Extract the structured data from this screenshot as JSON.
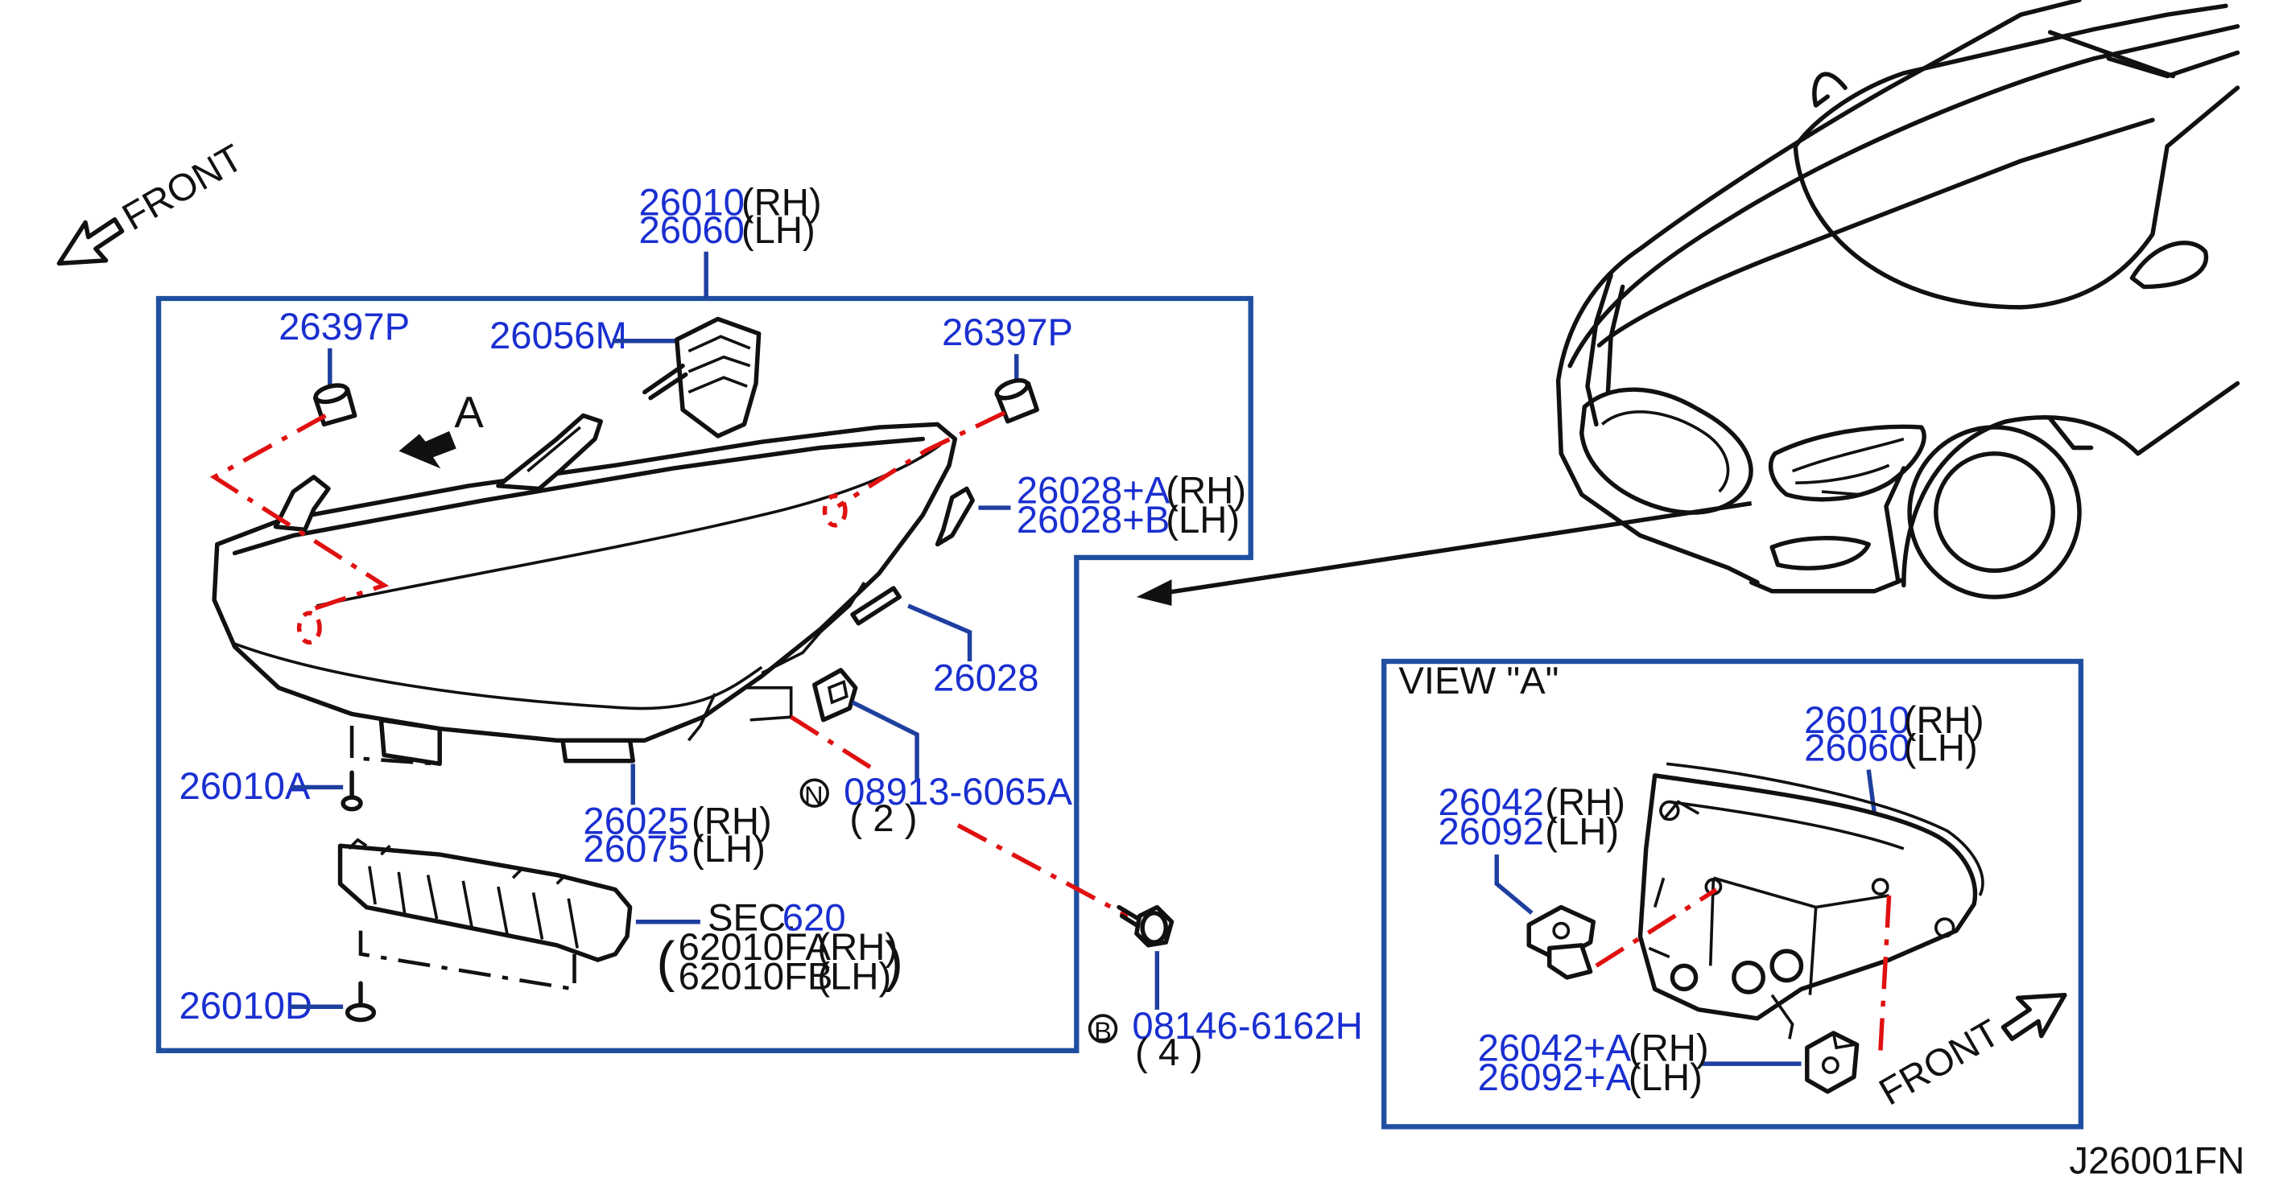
{
  "diagram": {
    "front_label_top": "FRONT",
    "front_label_view": "FRONT",
    "view_a_marker": "A",
    "view_a_title": "VIEW  \"A\"",
    "figure_code": "J26001FN",
    "sec_label": "SEC.",
    "sec_number": "620",
    "rh": "(RH)",
    "lh": "(LH)",
    "paren_open": "(",
    "paren_close": ")",
    "parts": {
      "headlamp_rh": "26010",
      "headlamp_lh": "26060",
      "cap_left": "26397P",
      "cap_right": "26397P",
      "actuator": "26056M",
      "seal_rh": "26028+A",
      "seal_lh": "26028+B",
      "seal": "26028",
      "screw_a": "26010A",
      "bracket_rh": "26025",
      "bracket_lh": "26075",
      "nut_number": "08913-6065A",
      "nut_qty": "( 2 )",
      "nut_symbol": "N",
      "bolt_number": "08146-6162H",
      "bolt_qty": "( 4 )",
      "bolt_symbol": "B",
      "duct_rh": "62010FA",
      "duct_lh": "62010FB",
      "screw_d": "26010D",
      "view_headlamp_rh": "26010",
      "view_headlamp_lh": "26060",
      "clip_rh": "26042",
      "clip_lh": "26092",
      "clip2_rh": "26042+A",
      "clip2_lh": "26092+A"
    }
  }
}
